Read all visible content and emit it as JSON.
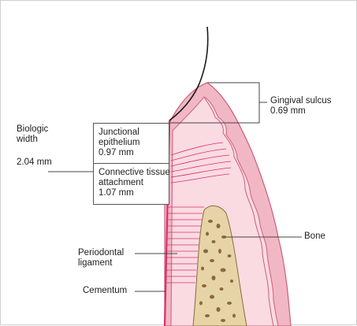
{
  "labels": {
    "gingival_sulcus": {
      "line1": "Gingival sulcus",
      "line2": "0.69 mm"
    },
    "biologic_width": {
      "line1": "Biologic",
      "line2": "width",
      "line3": "2.04 mm"
    },
    "junctional_epithelium": {
      "line1": "Junctional",
      "line2": "epithelium",
      "line3": "0.97 mm"
    },
    "connective_tissue": {
      "line1": "Connective tissue",
      "line2": "attachment",
      "line3": "1.07 mm"
    },
    "bone": "Bone",
    "periodontal_ligament": {
      "line1": "Periodontal",
      "line2": "ligament"
    },
    "cementum": "Cementum"
  },
  "colors": {
    "gingiva_outer": "#f2b7c4",
    "gingiva_inner": "#fadbe2",
    "gingiva_edge": "#c9607d",
    "root_line": "#d9306a",
    "bone_fill": "#e7d4a6",
    "bone_pore": "#8a6a3a",
    "leader": "#444444"
  }
}
